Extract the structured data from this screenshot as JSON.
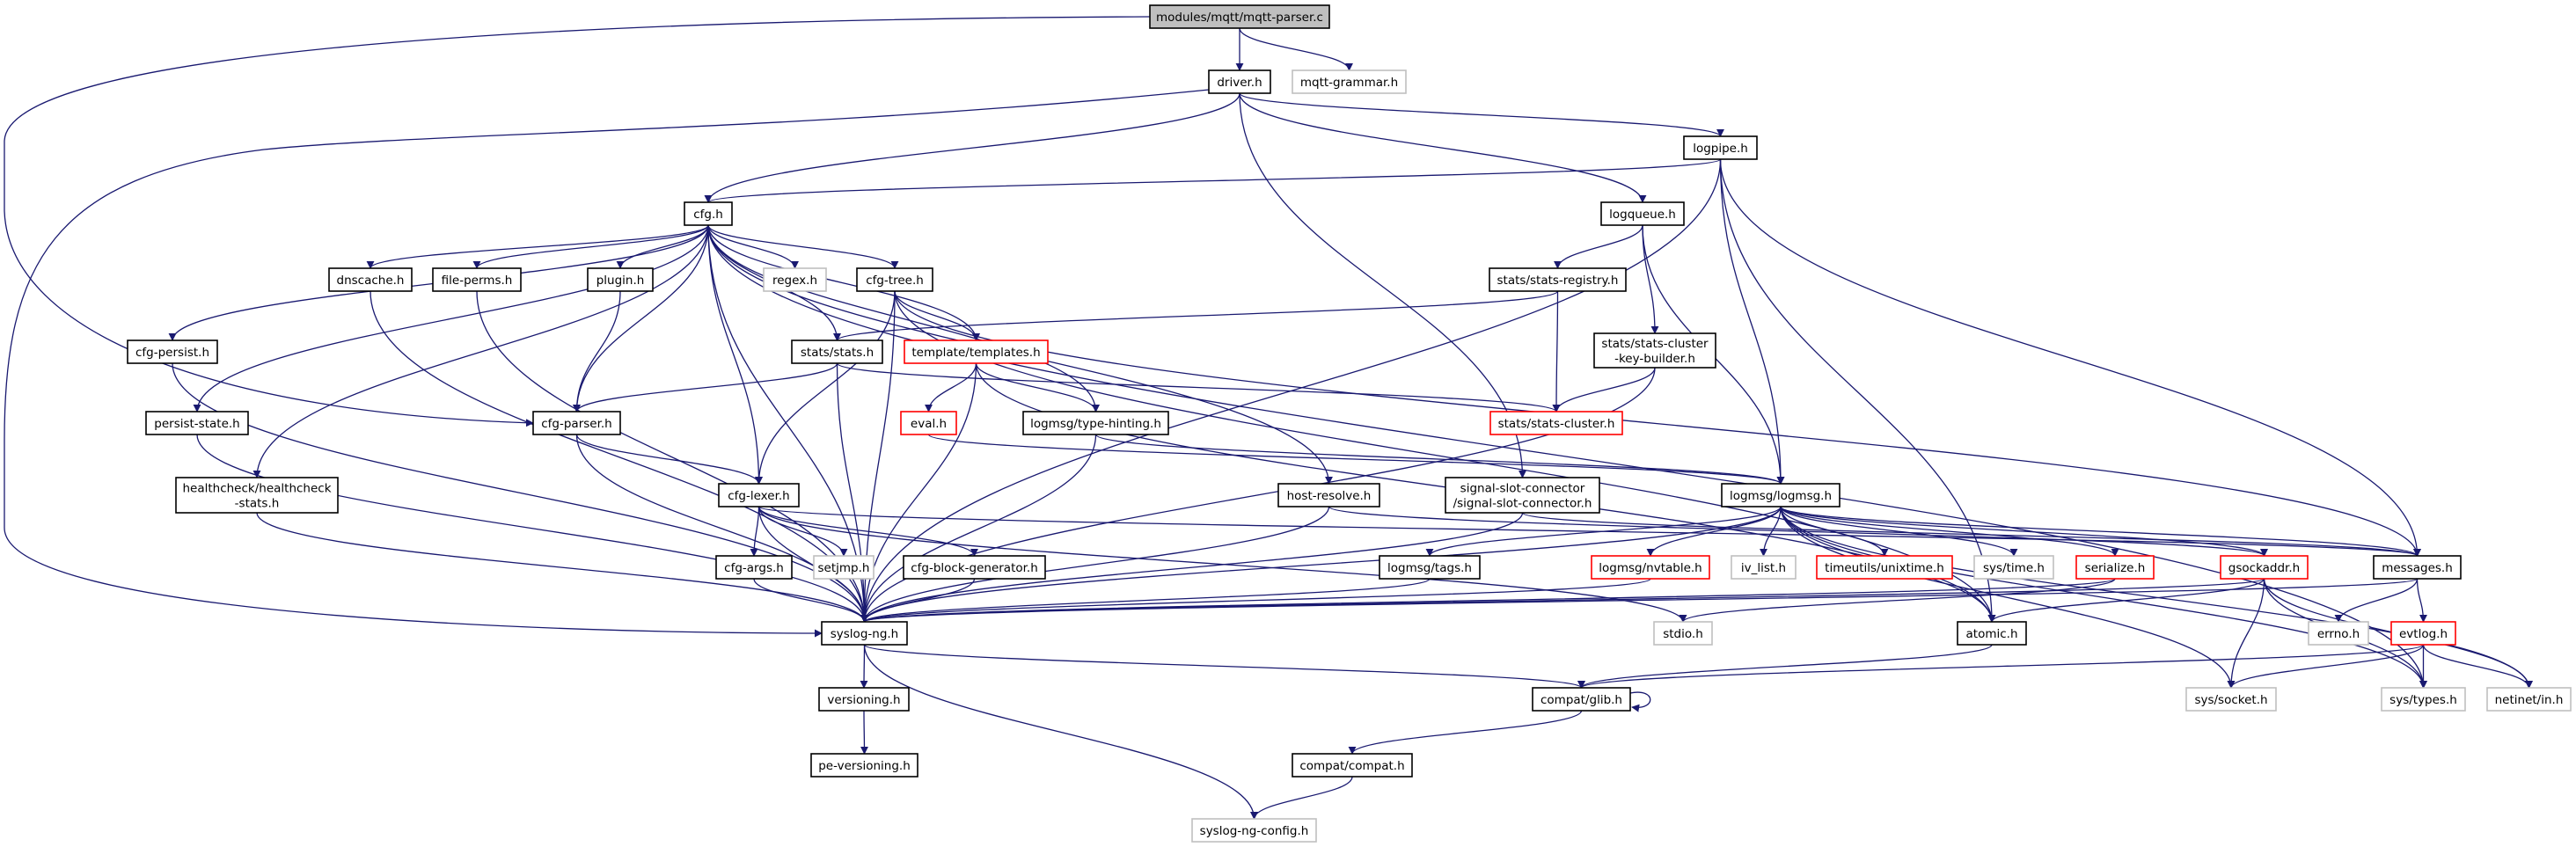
{
  "colors": {
    "edge": "#191970",
    "node_border": "#000000",
    "missing_border": "#bfbfbf",
    "incomplete_border": "#ff0000",
    "root_fill": "#bfbfbf"
  },
  "nodes": [
    {
      "id": "mqtt-parser",
      "label": [
        "modules/mqtt/mqtt-parser.c"
      ],
      "kind": "root"
    },
    {
      "id": "driver",
      "label": [
        "driver.h"
      ],
      "kind": "normal"
    },
    {
      "id": "mqtt-grammar",
      "label": [
        "mqtt-grammar.h"
      ],
      "kind": "external"
    },
    {
      "id": "logpipe",
      "label": [
        "logpipe.h"
      ],
      "kind": "normal"
    },
    {
      "id": "cfg",
      "label": [
        "cfg.h"
      ],
      "kind": "normal"
    },
    {
      "id": "logqueue",
      "label": [
        "logqueue.h"
      ],
      "kind": "normal"
    },
    {
      "id": "dnscache",
      "label": [
        "dnscache.h"
      ],
      "kind": "normal"
    },
    {
      "id": "file-perms",
      "label": [
        "file-perms.h"
      ],
      "kind": "normal"
    },
    {
      "id": "plugin",
      "label": [
        "plugin.h"
      ],
      "kind": "normal"
    },
    {
      "id": "regex",
      "label": [
        "regex.h"
      ],
      "kind": "external"
    },
    {
      "id": "cfg-tree",
      "label": [
        "cfg-tree.h"
      ],
      "kind": "normal"
    },
    {
      "id": "stats-registry",
      "label": [
        "stats/stats-registry.h"
      ],
      "kind": "normal"
    },
    {
      "id": "cfg-persist",
      "label": [
        "cfg-persist.h"
      ],
      "kind": "normal"
    },
    {
      "id": "stats",
      "label": [
        "stats/stats.h"
      ],
      "kind": "normal"
    },
    {
      "id": "templates",
      "label": [
        "template/templates.h"
      ],
      "kind": "incomplete"
    },
    {
      "id": "stats-ckb",
      "label": [
        "stats/stats-cluster",
        "-key-builder.h"
      ],
      "kind": "normal"
    },
    {
      "id": "persist-state",
      "label": [
        "persist-state.h"
      ],
      "kind": "normal"
    },
    {
      "id": "cfg-parser",
      "label": [
        "cfg-parser.h"
      ],
      "kind": "normal"
    },
    {
      "id": "eval",
      "label": [
        "eval.h"
      ],
      "kind": "incomplete"
    },
    {
      "id": "type-hinting",
      "label": [
        "logmsg/type-hinting.h"
      ],
      "kind": "normal"
    },
    {
      "id": "stats-cluster",
      "label": [
        "stats/stats-cluster.h"
      ],
      "kind": "incomplete"
    },
    {
      "id": "healthcheck",
      "label": [
        "healthcheck/healthcheck",
        "-stats.h"
      ],
      "kind": "normal"
    },
    {
      "id": "cfg-lexer",
      "label": [
        "cfg-lexer.h"
      ],
      "kind": "normal"
    },
    {
      "id": "host-resolve",
      "label": [
        "host-resolve.h"
      ],
      "kind": "normal"
    },
    {
      "id": "signal-slot",
      "label": [
        "signal-slot-connector",
        "/signal-slot-connector.h"
      ],
      "kind": "normal"
    },
    {
      "id": "logmsg",
      "label": [
        "logmsg/logmsg.h"
      ],
      "kind": "normal"
    },
    {
      "id": "cfg-args",
      "label": [
        "cfg-args.h"
      ],
      "kind": "normal"
    },
    {
      "id": "setjmp",
      "label": [
        "setjmp.h"
      ],
      "kind": "external"
    },
    {
      "id": "cfg-block-gen",
      "label": [
        "cfg-block-generator.h"
      ],
      "kind": "normal"
    },
    {
      "id": "tags",
      "label": [
        "logmsg/tags.h"
      ],
      "kind": "normal"
    },
    {
      "id": "nvtable",
      "label": [
        "logmsg/nvtable.h"
      ],
      "kind": "incomplete"
    },
    {
      "id": "iv_list",
      "label": [
        "iv_list.h"
      ],
      "kind": "external"
    },
    {
      "id": "unixtime",
      "label": [
        "timeutils/unixtime.h"
      ],
      "kind": "incomplete"
    },
    {
      "id": "sys-time",
      "label": [
        "sys/time.h"
      ],
      "kind": "external"
    },
    {
      "id": "serialize",
      "label": [
        "serialize.h"
      ],
      "kind": "incomplete"
    },
    {
      "id": "gsockaddr",
      "label": [
        "gsockaddr.h"
      ],
      "kind": "incomplete"
    },
    {
      "id": "messages",
      "label": [
        "messages.h"
      ],
      "kind": "normal"
    },
    {
      "id": "syslog-ng",
      "label": [
        "syslog-ng.h"
      ],
      "kind": "normal"
    },
    {
      "id": "stdio",
      "label": [
        "stdio.h"
      ],
      "kind": "external"
    },
    {
      "id": "atomic",
      "label": [
        "atomic.h"
      ],
      "kind": "normal"
    },
    {
      "id": "errno",
      "label": [
        "errno.h"
      ],
      "kind": "external"
    },
    {
      "id": "evtlog",
      "label": [
        "evtlog.h"
      ],
      "kind": "incomplete"
    },
    {
      "id": "versioning",
      "label": [
        "versioning.h"
      ],
      "kind": "normal"
    },
    {
      "id": "glib",
      "label": [
        "compat/glib.h"
      ],
      "kind": "normal"
    },
    {
      "id": "sys-socket",
      "label": [
        "sys/socket.h"
      ],
      "kind": "external"
    },
    {
      "id": "sys-types",
      "label": [
        "sys/types.h"
      ],
      "kind": "external"
    },
    {
      "id": "netinet",
      "label": [
        "netinet/in.h"
      ],
      "kind": "external"
    },
    {
      "id": "pe-versioning",
      "label": [
        "pe-versioning.h"
      ],
      "kind": "normal"
    },
    {
      "id": "compat",
      "label": [
        "compat/compat.h"
      ],
      "kind": "normal"
    },
    {
      "id": "syslog-ng-config",
      "label": [
        "syslog-ng-config.h"
      ],
      "kind": "external"
    }
  ],
  "edges": [
    [
      "mqtt-parser",
      "driver"
    ],
    [
      "mqtt-parser",
      "mqtt-grammar"
    ],
    [
      "mqtt-parser",
      "cfg-parser"
    ],
    [
      "driver",
      "cfg"
    ],
    [
      "driver",
      "syslog-ng"
    ],
    [
      "driver",
      "signal-slot"
    ],
    [
      "driver",
      "logqueue"
    ],
    [
      "driver",
      "logpipe"
    ],
    [
      "logpipe",
      "cfg"
    ],
    [
      "logpipe",
      "syslog-ng"
    ],
    [
      "logpipe",
      "logmsg"
    ],
    [
      "logpipe",
      "messages"
    ],
    [
      "logpipe",
      "atomic"
    ],
    [
      "logqueue",
      "stats-registry"
    ],
    [
      "logqueue",
      "stats-ckb"
    ],
    [
      "logqueue",
      "logmsg"
    ],
    [
      "cfg",
      "dnscache"
    ],
    [
      "cfg",
      "file-perms"
    ],
    [
      "cfg",
      "plugin"
    ],
    [
      "cfg",
      "regex"
    ],
    [
      "cfg",
      "cfg-tree"
    ],
    [
      "cfg",
      "stats"
    ],
    [
      "cfg",
      "templates"
    ],
    [
      "cfg",
      "type-hinting"
    ],
    [
      "cfg",
      "host-resolve"
    ],
    [
      "cfg",
      "cfg-persist"
    ],
    [
      "cfg",
      "persist-state"
    ],
    [
      "cfg",
      "healthcheck"
    ],
    [
      "cfg",
      "cfg-parser"
    ],
    [
      "cfg",
      "cfg-lexer"
    ],
    [
      "cfg",
      "syslog-ng"
    ],
    [
      "cfg",
      "sys-types"
    ],
    [
      "dnscache",
      "syslog-ng"
    ],
    [
      "file-perms",
      "syslog-ng"
    ],
    [
      "plugin",
      "cfg-parser"
    ],
    [
      "cfg-persist",
      "syslog-ng"
    ],
    [
      "persist-state",
      "syslog-ng"
    ],
    [
      "healthcheck",
      "syslog-ng"
    ],
    [
      "cfg-tree",
      "templates"
    ],
    [
      "cfg-tree",
      "cfg-lexer"
    ],
    [
      "cfg-tree",
      "syslog-ng"
    ],
    [
      "cfg-tree",
      "messages"
    ],
    [
      "cfg-tree",
      "atomic"
    ],
    [
      "stats-registry",
      "stats"
    ],
    [
      "stats-registry",
      "stats-cluster"
    ],
    [
      "stats-ckb",
      "stats-cluster"
    ],
    [
      "stats-ckb",
      "syslog-ng"
    ],
    [
      "stats",
      "cfg-parser"
    ],
    [
      "stats",
      "stats-cluster"
    ],
    [
      "stats",
      "syslog-ng"
    ],
    [
      "templates",
      "eval"
    ],
    [
      "templates",
      "type-hinting"
    ],
    [
      "templates",
      "syslog-ng"
    ],
    [
      "templates",
      "atomic"
    ],
    [
      "cfg-parser",
      "cfg-lexer"
    ],
    [
      "cfg-parser",
      "syslog-ng"
    ],
    [
      "eval",
      "logmsg"
    ],
    [
      "type-hinting",
      "logmsg"
    ],
    [
      "type-hinting",
      "syslog-ng"
    ],
    [
      "cfg-lexer",
      "cfg-args"
    ],
    [
      "cfg-lexer",
      "setjmp"
    ],
    [
      "cfg-lexer",
      "cfg-block-gen"
    ],
    [
      "cfg-lexer",
      "syslog-ng"
    ],
    [
      "cfg-lexer",
      "messages"
    ],
    [
      "cfg-lexer",
      "stdio"
    ],
    [
      "host-resolve",
      "syslog-ng"
    ],
    [
      "host-resolve",
      "gsockaddr"
    ],
    [
      "signal-slot",
      "syslog-ng"
    ],
    [
      "signal-slot",
      "messages"
    ],
    [
      "logmsg",
      "tags"
    ],
    [
      "logmsg",
      "nvtable"
    ],
    [
      "logmsg",
      "iv_list"
    ],
    [
      "logmsg",
      "unixtime"
    ],
    [
      "logmsg",
      "sys-time"
    ],
    [
      "logmsg",
      "serialize"
    ],
    [
      "logmsg",
      "gsockaddr"
    ],
    [
      "logmsg",
      "messages"
    ],
    [
      "logmsg",
      "atomic"
    ],
    [
      "logmsg",
      "syslog-ng"
    ],
    [
      "logmsg",
      "sys-types"
    ],
    [
      "logmsg",
      "netinet"
    ],
    [
      "logmsg",
      "sys-socket"
    ],
    [
      "cfg-args",
      "syslog-ng"
    ],
    [
      "cfg-block-gen",
      "syslog-ng"
    ],
    [
      "tags",
      "syslog-ng"
    ],
    [
      "nvtable",
      "syslog-ng"
    ],
    [
      "serialize",
      "syslog-ng"
    ],
    [
      "serialize",
      "stdio"
    ],
    [
      "gsockaddr",
      "syslog-ng"
    ],
    [
      "gsockaddr",
      "atomic"
    ],
    [
      "gsockaddr",
      "sys-socket"
    ],
    [
      "gsockaddr",
      "sys-types"
    ],
    [
      "gsockaddr",
      "netinet"
    ],
    [
      "messages",
      "syslog-ng"
    ],
    [
      "messages",
      "errno"
    ],
    [
      "messages",
      "evtlog"
    ],
    [
      "evtlog",
      "glib"
    ],
    [
      "evtlog",
      "sys-socket"
    ],
    [
      "evtlog",
      "sys-types"
    ],
    [
      "evtlog",
      "netinet"
    ],
    [
      "syslog-ng",
      "versioning"
    ],
    [
      "syslog-ng",
      "glib"
    ],
    [
      "syslog-ng",
      "syslog-ng-config"
    ],
    [
      "versioning",
      "pe-versioning"
    ],
    [
      "glib",
      "glib"
    ],
    [
      "glib",
      "compat"
    ],
    [
      "compat",
      "syslog-ng-config"
    ],
    [
      "atomic",
      "glib"
    ]
  ]
}
